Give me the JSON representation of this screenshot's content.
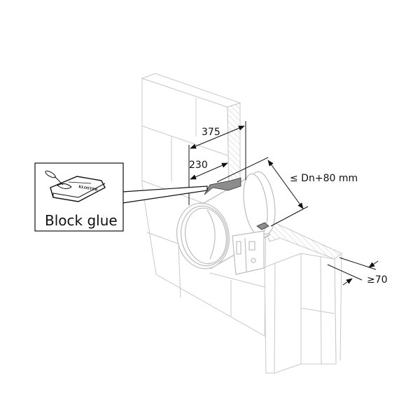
{
  "diagram": {
    "dimensions": {
      "wall_thickness_total": "375",
      "wall_thickness_inner": "230",
      "opening_size": "≤ Dn+80 mm",
      "min_distance": "≥70"
    },
    "callout": {
      "label": "Block glue",
      "package_brand": "KLOSTER"
    },
    "colors": {
      "glue": "#8c8c8c",
      "lines": "#c8c8c8",
      "dimension": "#111111"
    }
  }
}
